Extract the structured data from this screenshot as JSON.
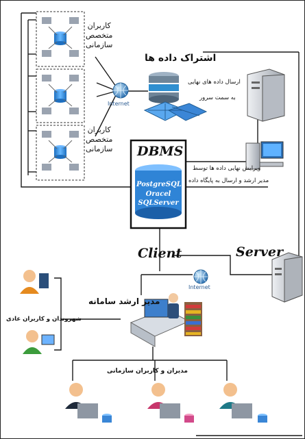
{
  "diagram": {
    "group_label_line1": "کاربران",
    "group_label_line2": "متخصص",
    "group_label_line3": "سازمانی",
    "data_sharing": "اشتراک داده ها",
    "send_final_data": "ارسال داده های نهایی",
    "to_server": "به سمت سرور",
    "internet_top": "Internet",
    "dbms_title": "DBMS",
    "dbms_items": [
      "PostgreSQL",
      "Oracel",
      "SQLServer"
    ],
    "final_edit_line1": "ویرایش نهایی داده ها توسط",
    "final_edit_line2": "مدیر ارشد و ارسال به پایگاه داده",
    "client": "Client",
    "server": "Server",
    "internet_bottom": "Internet",
    "system_admin": "مدیر ارشد سامانه",
    "citizens": "شهروندان و کاربران عادی",
    "org_managers": "مدیران و کاربران سازمانی"
  },
  "colors": {
    "line": "#1a1a1a",
    "database_blue": "#2f8fd0",
    "dbms_blue": "#3a7fd0",
    "internet_globe": "#3a86c8",
    "server_gray": "#c9ccd2"
  }
}
